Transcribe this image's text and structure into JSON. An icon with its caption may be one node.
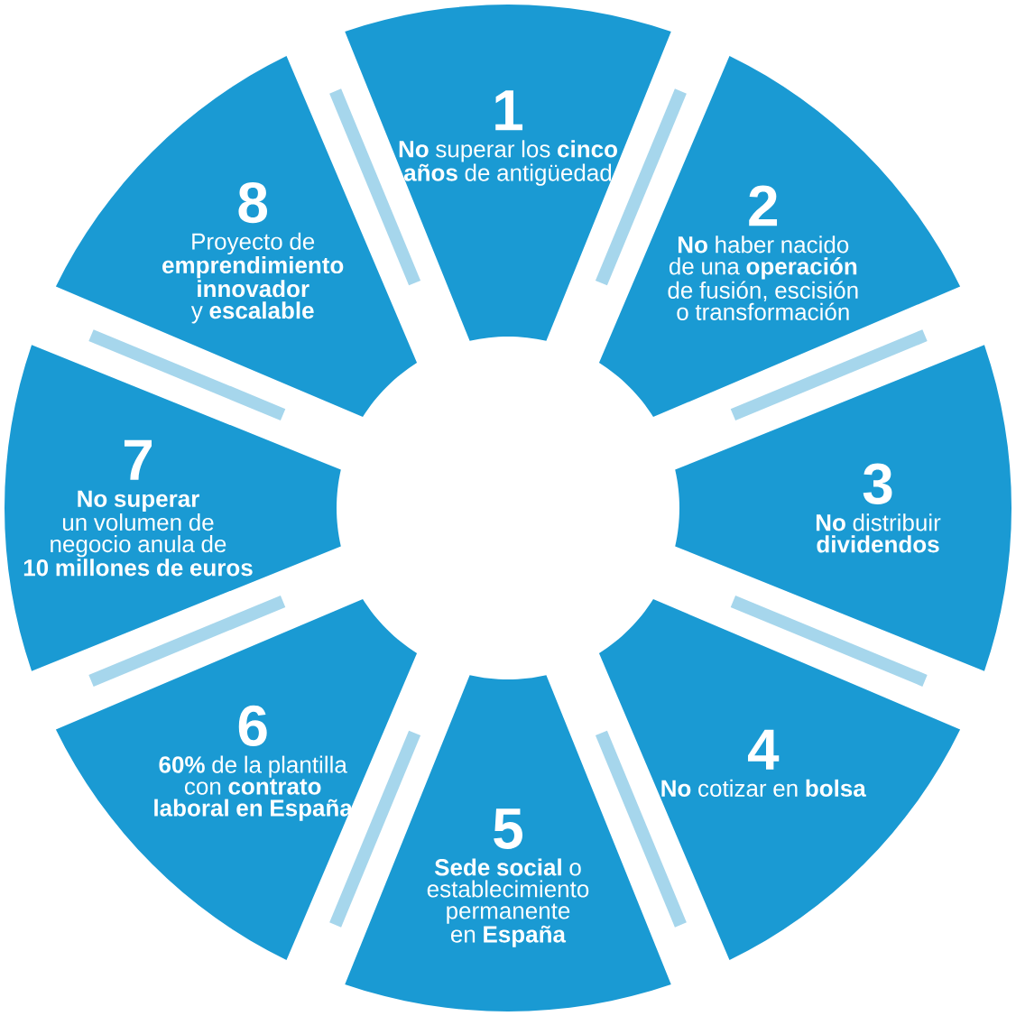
{
  "diagram": {
    "nodes": [
      {
        "text": [
          "1",
          "**No** superar los **cinco años** de antigüedad"
        ]
      },
      {
        "text": [
          "2",
          "**No** haber nacido de una **operación** de fusión, escisión o transformación"
        ]
      },
      {
        "text": [
          "3",
          "**No** distribuir **dividendos**"
        ]
      },
      {
        "text": [
          "4",
          "**No** cotizar en **bolsa**"
        ]
      },
      {
        "text": [
          "5",
          "**Sede social** o establecimiento permanente en **España**"
        ]
      },
      {
        "text": [
          "6",
          "**60%** de la plantilla con **contrato laboral en España**"
        ]
      },
      {
        "text": [
          "7",
          "**No superar** un volumen de negocio anula de **10 millones de euros**"
        ]
      },
      {
        "text": [
          "8",
          "Proyecto de **emprendimiento innovador** y **escalable**"
        ]
      }
    ]
  }
}
